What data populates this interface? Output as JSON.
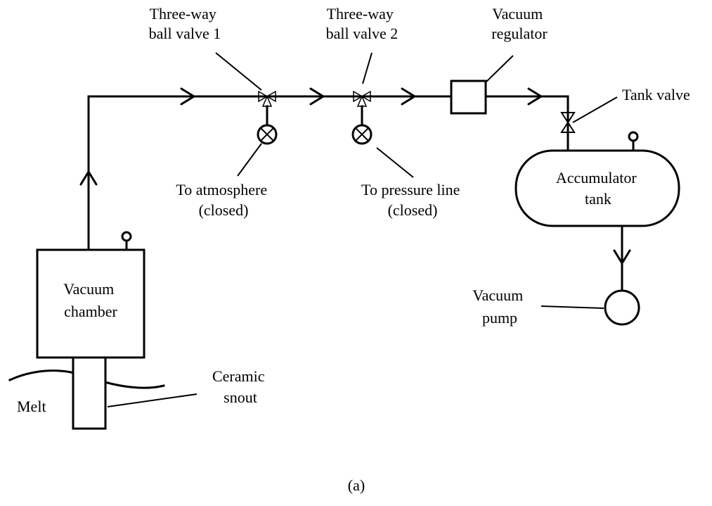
{
  "labels": {
    "valve1": [
      "Three-way",
      "ball valve 1"
    ],
    "valve2": [
      "Three-way",
      "ball valve 2"
    ],
    "regulator": [
      "Vacuum",
      "regulator"
    ],
    "tank_valve": "Tank valve",
    "atmosphere": [
      "To atmosphere",
      "(closed)"
    ],
    "pressure_line": [
      "To pressure line",
      "(closed)"
    ],
    "accumulator": [
      "Accumulator",
      "tank"
    ],
    "vacuum_chamber": [
      "Vacuum",
      "chamber"
    ],
    "vacuum_pump": [
      "Vacuum",
      "pump"
    ],
    "ceramic_snout": [
      "Ceramic",
      "snout"
    ],
    "melt": "Melt",
    "caption": "(a)"
  }
}
